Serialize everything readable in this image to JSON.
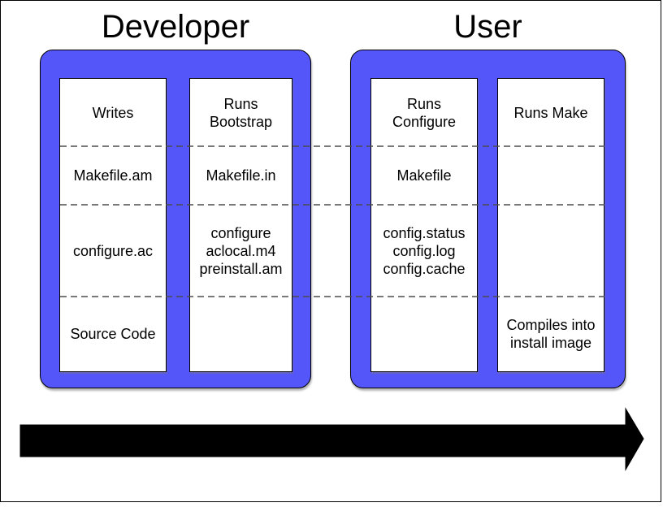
{
  "developer": {
    "title": "Developer",
    "columns": [
      {
        "cells": [
          [
            "Writes"
          ],
          [
            "Makefile.am"
          ],
          [
            "configure.ac"
          ],
          [
            "Source Code"
          ]
        ]
      },
      {
        "cells": [
          [
            "Runs",
            "Bootstrap"
          ],
          [
            "Makefile.in"
          ],
          [
            "configure",
            "aclocal.m4",
            "preinstall.am"
          ],
          []
        ]
      }
    ]
  },
  "user": {
    "title": "User",
    "columns": [
      {
        "cells": [
          [
            "Runs",
            "Configure"
          ],
          [
            "Makefile"
          ],
          [
            "config.status",
            "config.log",
            "config.cache"
          ],
          []
        ]
      },
      {
        "cells": [
          [
            "Runs Make"
          ],
          [],
          [],
          [
            "Compiles into",
            "install image"
          ]
        ]
      }
    ]
  },
  "colors": {
    "box_blue": "#5456F9",
    "box_border": "#000000",
    "dash_gray": "#4d4d4d",
    "arrow_black": "#000000"
  }
}
